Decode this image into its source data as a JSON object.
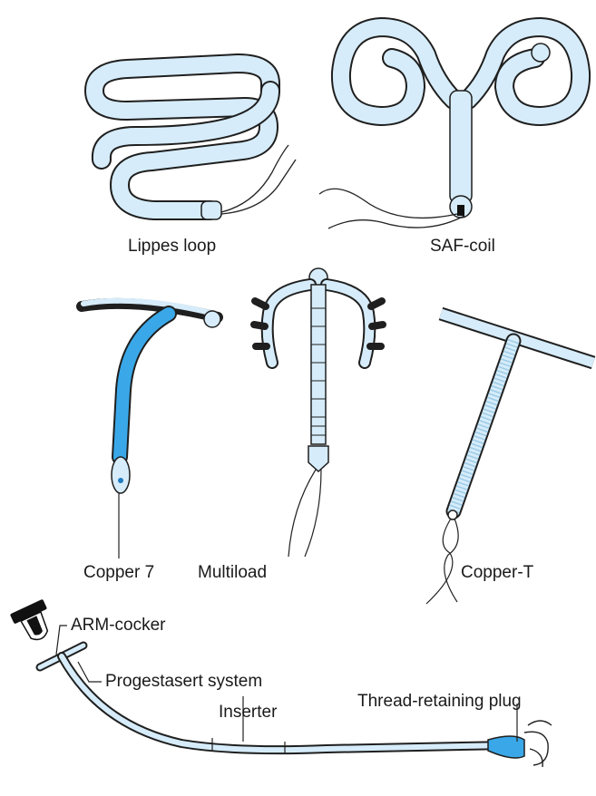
{
  "colors": {
    "device_fill": "#d6ecfa",
    "device_outline": "#1f1f1f",
    "copper_blue": "#3aa8e8",
    "thread": "#222222",
    "background": "#ffffff"
  },
  "devices": [
    {
      "id": "lippes-loop",
      "label": "Lippes loop"
    },
    {
      "id": "saf-coil",
      "label": "SAF-coil"
    },
    {
      "id": "copper-7",
      "label": "Copper 7"
    },
    {
      "id": "multiload",
      "label": "Multiload"
    },
    {
      "id": "copper-t",
      "label": "Copper-T"
    }
  ],
  "progestasert": {
    "labels": {
      "cocker": "ARM-cocker",
      "system": "Progestasert system",
      "inserter": "Inserter",
      "plug": "Thread-retaining plug"
    }
  }
}
